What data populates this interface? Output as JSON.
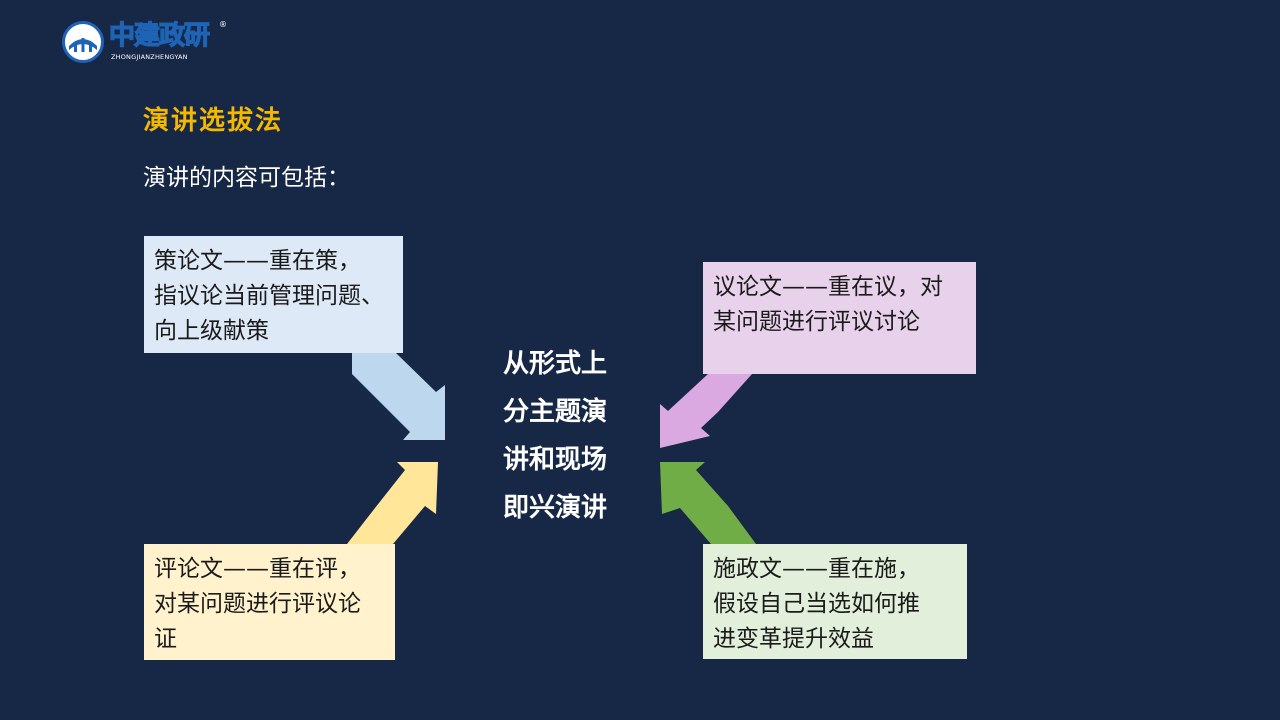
{
  "logo": {
    "name": "中建政研",
    "registered": "®",
    "subtitle": "ZHONGJIANZHENGYAN"
  },
  "title": "演讲选拔法",
  "intro": "演讲的内容可包括：",
  "center": {
    "lines": [
      "从形式上",
      "分主题演",
      "讲和现场",
      "即兴演讲"
    ]
  },
  "boxes": {
    "top_left": {
      "lines": [
        "策论文——重在策，",
        "指议论当前管理问题、",
        "向上级献策"
      ],
      "color": "#dde9f7"
    },
    "top_right": {
      "lines": [
        "议论文——重在议，对",
        "某问题进行评议讨论"
      ],
      "color": "#e8d1ea"
    },
    "bottom_left": {
      "lines": [
        "评论文——重在评，",
        "对某问题进行评议论",
        "证"
      ],
      "color": "#fff2cc"
    },
    "bottom_right": {
      "lines": [
        "施政文——重在施，",
        "假设自己当选如何推",
        "进变革提升效益"
      ],
      "color": "#e2efda"
    }
  },
  "arrows": {
    "top_left_color": "#bdd7ee",
    "top_right_color": "#dba9e2",
    "bottom_left_color": "#ffe699",
    "bottom_right_color": "#70ad47"
  },
  "colors": {
    "background": "#172746",
    "title": "#f5b800"
  }
}
